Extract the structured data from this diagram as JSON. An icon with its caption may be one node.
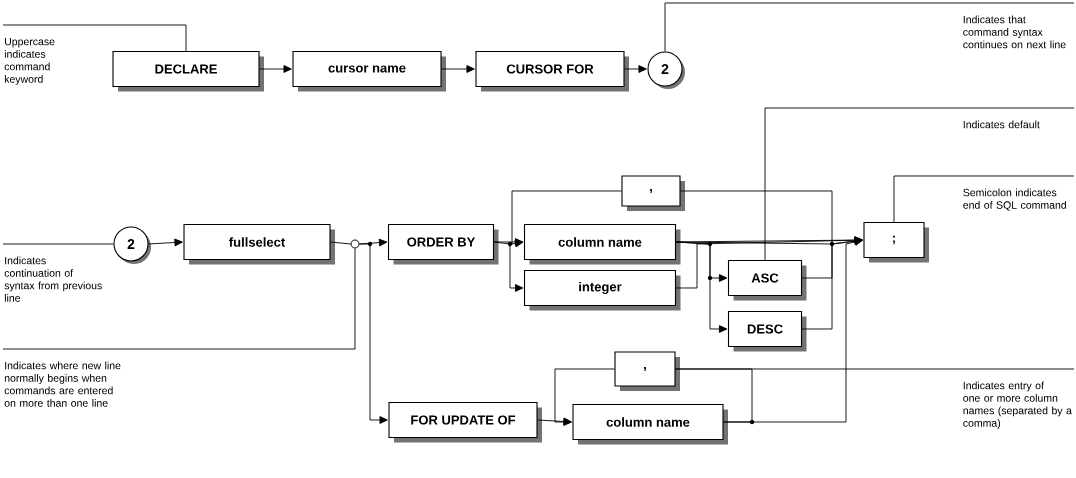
{
  "diagram": {
    "nodes": [
      {
        "text": [
          "DECLARE"
        ]
      },
      {
        "text": [
          "cursor name"
        ]
      },
      {
        "text": [
          "CURSOR FOR"
        ]
      },
      {
        "text": [
          "2"
        ]
      },
      {
        "text": [
          "2"
        ]
      },
      {
        "text": [
          "fullselect"
        ]
      },
      {
        "text": [
          "ORDER BY"
        ]
      },
      {
        "text": [
          ","
        ]
      },
      {
        "text": [
          "column name"
        ]
      },
      {
        "text": [
          "integer"
        ]
      },
      {
        "text": [
          "ASC"
        ]
      },
      {
        "text": [
          "DESC"
        ]
      },
      {
        "text": [
          ";"
        ]
      },
      {
        "text": [
          "FOR UPDATE OF"
        ]
      },
      {
        "text": [
          ","
        ]
      },
      {
        "text": [
          "column name"
        ]
      },
      {
        "text": [
          "Uppercase indicates command keyword"
        ]
      },
      {
        "text": [
          "Indicates that command syntax continues on next line"
        ]
      },
      {
        "text": [
          "Indicates default"
        ]
      },
      {
        "text": [
          "Semicolon indicates end of SQL command"
        ]
      },
      {
        "text": [
          "Indicates continuation of syntax from previous line"
        ]
      },
      {
        "text": [
          "Indicates where new line normally begins when commands are entered on more than one line"
        ]
      },
      {
        "text": [
          "Indicates entry of one or more column names (separated by a comma)"
        ]
      },
      {
        "text": [],
        "shape": "circle"
      }
    ],
    "edges": [
      {
        "from": 0,
        "to": 1,
        "arrow": "to"
      },
      {
        "from": 1,
        "to": 2,
        "arrow": "to"
      },
      {
        "from": 2,
        "to": 3,
        "arrow": "to"
      },
      {
        "from": 4,
        "to": 5,
        "arrow": "to"
      },
      {
        "from": 5,
        "to": 23,
        "arrow": "none"
      },
      {
        "from": 23,
        "to": 6,
        "arrow": "to"
      },
      {
        "from": 23,
        "to": 13,
        "arrow": "to"
      },
      {
        "from": 6,
        "to": 8,
        "arrow": "to"
      },
      {
        "from": 6,
        "to": 9,
        "arrow": "to"
      },
      {
        "from": 8,
        "to": 7,
        "arrow": "none"
      },
      {
        "from": 7,
        "to": 8,
        "arrow": "to"
      },
      {
        "from": 8,
        "to": 12,
        "arrow": "to"
      },
      {
        "from": 9,
        "to": 12,
        "arrow": "to"
      },
      {
        "from": 8,
        "to": 10,
        "arrow": "to"
      },
      {
        "from": 8,
        "to": 11,
        "arrow": "to"
      },
      {
        "from": 10,
        "to": 12,
        "arrow": "to"
      },
      {
        "from": 11,
        "to": 12,
        "arrow": "to"
      },
      {
        "from": 13,
        "to": 15,
        "arrow": "to"
      },
      {
        "from": 15,
        "to": 14,
        "arrow": "none"
      },
      {
        "from": 14,
        "to": 15,
        "arrow": "to"
      },
      {
        "from": 15,
        "to": 12,
        "arrow": "to"
      },
      {
        "from": 16,
        "to": 0,
        "arrow": "none"
      },
      {
        "from": 17,
        "to": 3,
        "arrow": "none"
      },
      {
        "from": 18,
        "to": 10,
        "arrow": "none"
      },
      {
        "from": 19,
        "to": 12,
        "arrow": "none"
      },
      {
        "from": 20,
        "to": 4,
        "arrow": "none"
      },
      {
        "from": 21,
        "to": 23,
        "arrow": "none"
      },
      {
        "from": 22,
        "to": 14,
        "arrow": "none"
      }
    ]
  }
}
